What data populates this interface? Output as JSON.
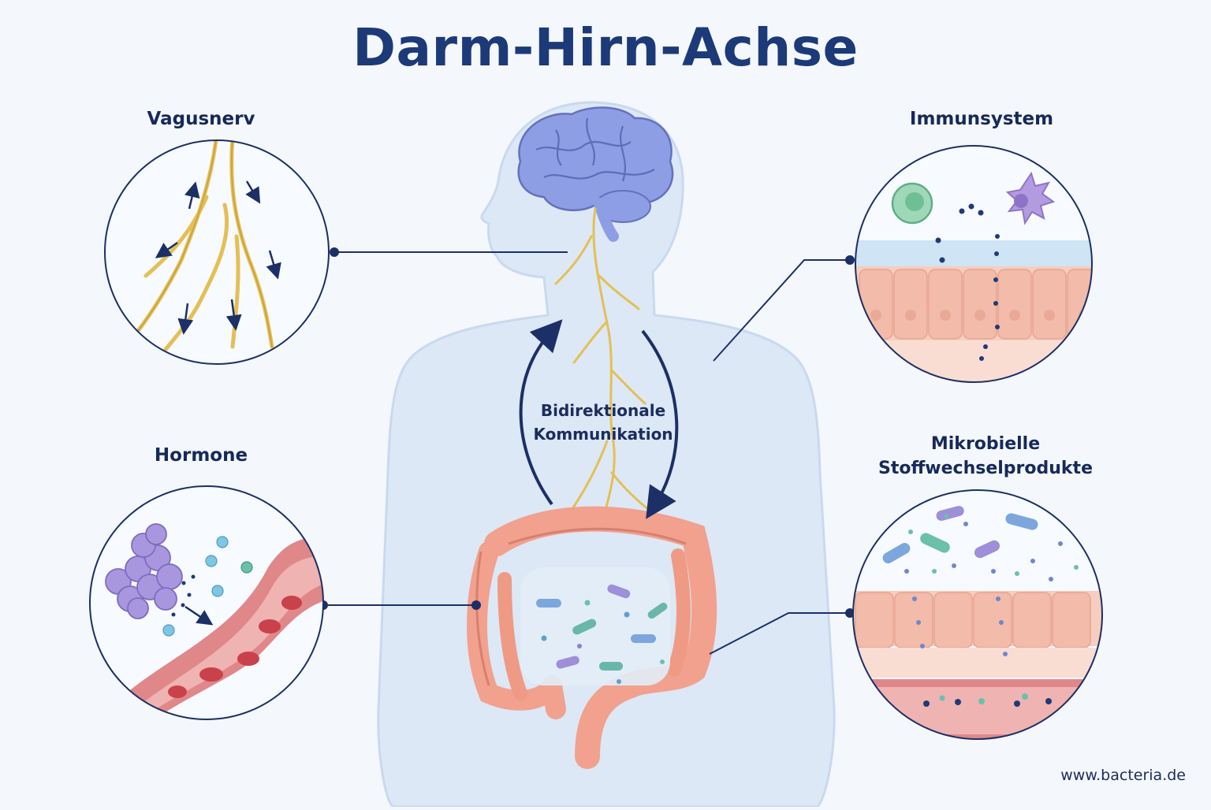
{
  "title": "Darm-Hirn-Achse",
  "panels": {
    "vagus": "Vagusnerv",
    "immune": "Immunsystem",
    "hormones": "Hormone",
    "microbial": [
      "Mikrobielle",
      "Stoffwechselprodukte"
    ]
  },
  "center_label": [
    "Bidirektionale",
    "Kommunikation"
  ],
  "website": "www.bacteria.de",
  "colors": {
    "navy": "#1c3a78",
    "body": "#dce8f6",
    "brain": "#8e9ee4",
    "intestine": "#f1a18d",
    "nerve": "#e4bf55",
    "tissue": "#f6cdbf",
    "vessel": "#e0878a"
  }
}
